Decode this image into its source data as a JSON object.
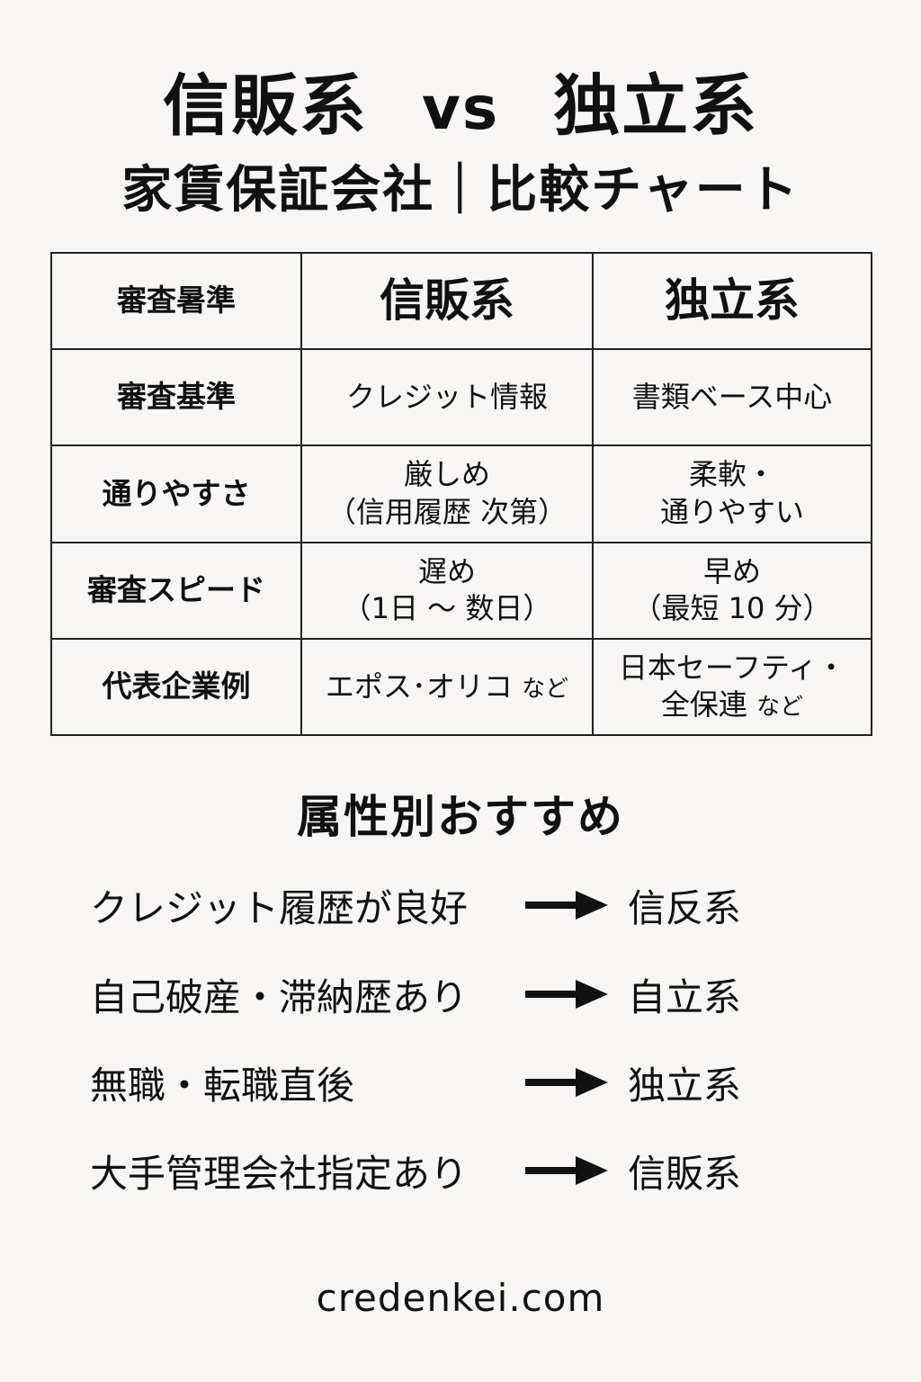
{
  "title": {
    "left": "信販系",
    "vs": "vs",
    "right": "独立系"
  },
  "subtitle": "家賃保証会社｜比較チャート",
  "table": {
    "header": [
      "審査暑準",
      "信販系",
      "独立系"
    ],
    "rows": [
      {
        "label": "審査基準",
        "shinpan": [
          "クレジット情報"
        ],
        "dokuritsu": [
          "書類ベース中心"
        ]
      },
      {
        "label": "通りやすさ",
        "shinpan": [
          "厳しめ",
          "（信用履歴 次第）"
        ],
        "dokuritsu": [
          "柔軟・",
          "通りやすい"
        ]
      },
      {
        "label": "審査スピード",
        "shinpan": [
          "遅め",
          "（1日 〜 数日）"
        ],
        "dokuritsu": [
          "早め",
          "（最短 10 分）"
        ]
      },
      {
        "label": "代表企業例",
        "shinpan": [
          "エポス･オリコ",
          "など"
        ],
        "dokuritsu": [
          "日本セーフティ・",
          "全保連",
          "など"
        ]
      }
    ]
  },
  "recommend": {
    "title": "属性別おすすめ",
    "items": [
      {
        "attr": "クレジット履歴が良好",
        "type": "信反系"
      },
      {
        "attr": "自己破産・滞納歴あり",
        "type": "自立系"
      },
      {
        "attr": "無職・転職直後",
        "type": "独立系"
      },
      {
        "attr": "大手管理会社指定あり",
        "type": "信販系"
      }
    ]
  },
  "footer": "credenkei.com",
  "icons": {
    "arrow": "long-right-arrow-icon"
  }
}
